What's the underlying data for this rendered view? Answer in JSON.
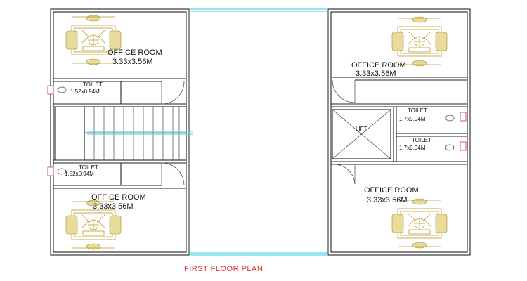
{
  "plan": {
    "title": "FIRST FLOOR PLAN",
    "rooms": {
      "office_top_left": {
        "name": "OFFICE ROOM",
        "size": "3.33x3.56M"
      },
      "office_top_right": {
        "name": "OFFICE ROOM",
        "size": "3.33x3.56M"
      },
      "office_bottom_left": {
        "name": "OFFICE ROOM",
        "size": "3.33x3.56M"
      },
      "office_bottom_right": {
        "name": "OFFICE ROOM",
        "size": "3.33x3.56M"
      },
      "toilet_top_left": {
        "name": "TOILET",
        "size": "1.52x0.94M"
      },
      "toilet_bottom_left": {
        "name": "TOILET",
        "size": "1.52x0.94M"
      },
      "toilet_right_upper": {
        "name": "TOILET",
        "size": "1.7x0.94M"
      },
      "toilet_right_lower": {
        "name": "TOILET",
        "size": "1.7x0.94M"
      },
      "lift": {
        "name": "LIFT"
      }
    },
    "colors": {
      "walls": "#222222",
      "furniture": "#b79a2a",
      "corridor": "#5fd4e6",
      "title": "#e03030",
      "fixtures": "#d84b9b"
    }
  }
}
